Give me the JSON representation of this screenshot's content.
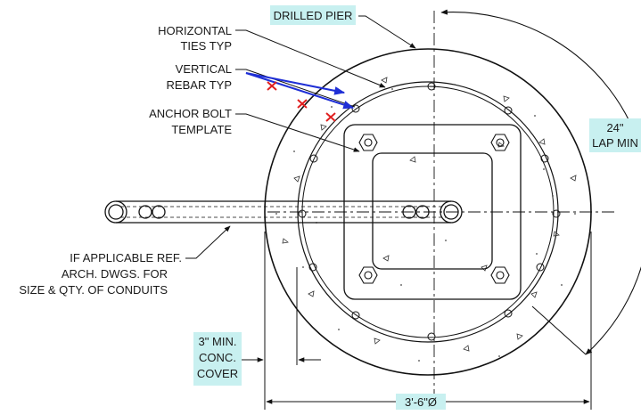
{
  "labels": {
    "drilled_pier": "DRILLED PIER",
    "horizontal_ties_1": "HORIZONTAL",
    "horizontal_ties_2": "TIES TYP",
    "vertical_rebar_1": "VERTICAL",
    "vertical_rebar_2": "REBAR TYP",
    "anchor_bolt_1": "ANCHOR BOLT",
    "anchor_bolt_2": "TEMPLATE",
    "lap_1": "24\"",
    "lap_2": "LAP MIN",
    "conduit_1": "IF APPLICABLE REF.",
    "conduit_2": "ARCH. DWGS. FOR",
    "conduit_3": "SIZE & QTY. OF CONDUITS",
    "cover_1": "3\" MIN.",
    "cover_2": "CONC.",
    "cover_3": "COVER",
    "diameter": "3'-6\"Ø"
  },
  "colors": {
    "line": "#111111",
    "highlight": "#c8f0f0",
    "annotation_arrow": "#1f2fd6",
    "annotation_x": "#e02020"
  }
}
